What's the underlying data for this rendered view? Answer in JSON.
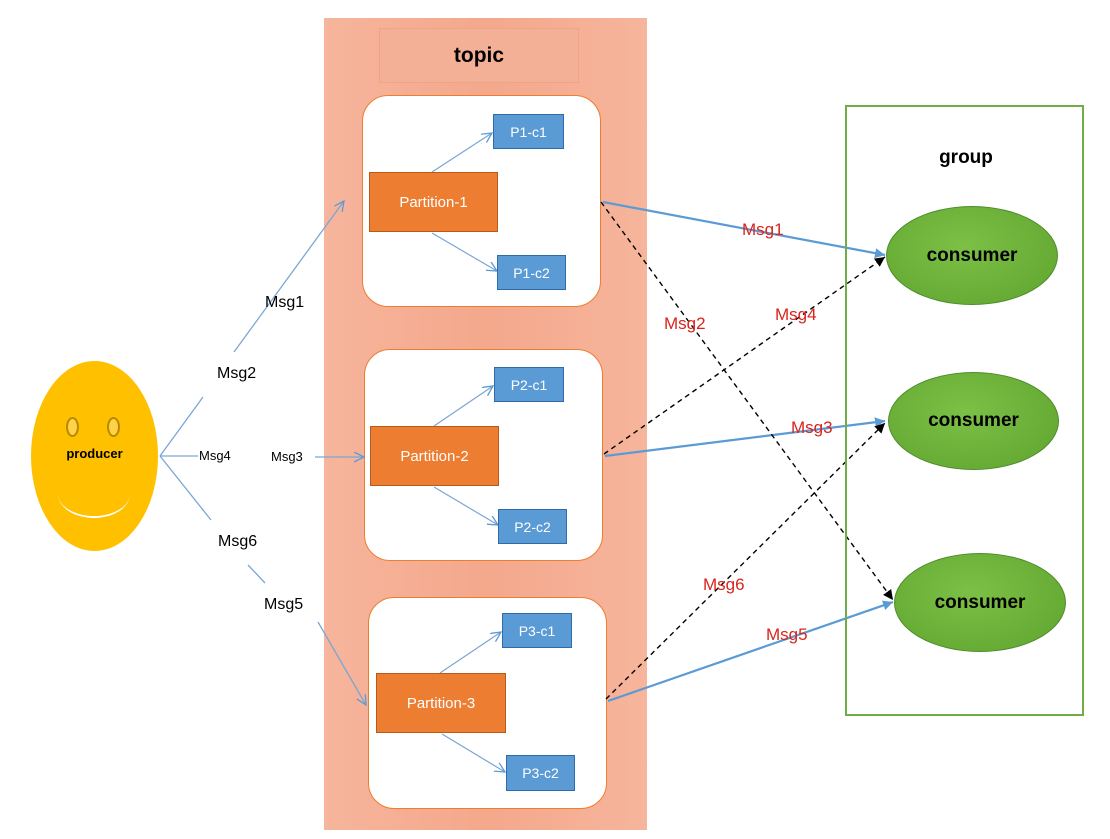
{
  "producer": {
    "label": "producer"
  },
  "topic": {
    "title": "topic",
    "partitions": [
      {
        "name": "Partition-1",
        "replicas": [
          "P1-c1",
          "P1-c2"
        ]
      },
      {
        "name": "Partition-2",
        "replicas": [
          "P2-c1",
          "P2-c2"
        ]
      },
      {
        "name": "Partition-3",
        "replicas": [
          "P3-c1",
          "P3-c2"
        ]
      }
    ]
  },
  "group": {
    "title": "group",
    "consumers": [
      "consumer",
      "consumer",
      "consumer"
    ]
  },
  "producer_messages": [
    "Msg1",
    "Msg2",
    "Msg4",
    "Msg3",
    "Msg6",
    "Msg5"
  ],
  "consumer_messages": [
    "Msg1",
    "Msg2",
    "Msg4",
    "Msg3",
    "Msg6",
    "Msg5"
  ],
  "colors": {
    "topic_band": "#f4a88c",
    "partition": "#ed7d31",
    "replica": "#5b9bd5",
    "consumer": "#70ad47",
    "producer": "#ffc000",
    "arrow_blue": "#5b9bd5",
    "message_red": "#d9241b"
  }
}
